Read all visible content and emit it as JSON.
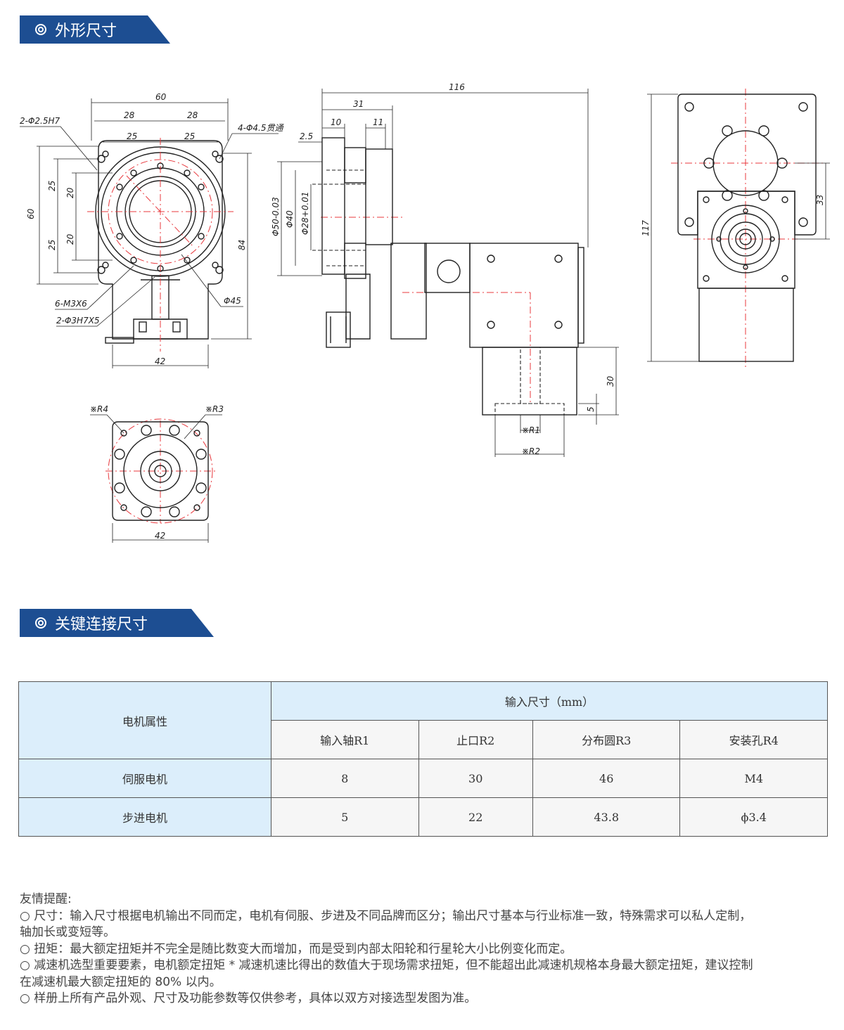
{
  "sections": {
    "outline_title": "外形尺寸",
    "connection_title": "关键连接尺寸"
  },
  "drawing_labels": {
    "front": {
      "w60": "60",
      "w28a": "28",
      "w28b": "28",
      "w25a": "25",
      "w25b": "25",
      "h60": "60",
      "h25a": "25",
      "h25b": "25",
      "h20a": "20",
      "h20b": "20",
      "h84": "84",
      "w42": "42",
      "hole_a": "2-Φ2.5H7",
      "hole_b": "4-Φ4.5贯通",
      "thread": "6-M3X6",
      "pin": "2-Φ3H7X5",
      "dia45": "Φ45"
    },
    "side": {
      "w116": "116",
      "w31": "31",
      "w10": "10",
      "w11": "11",
      "w2_5": "2.5",
      "d50": "Φ50-0.03",
      "d40": "Φ40",
      "d28": "Φ28+0.01",
      "h30": "30",
      "h5": "5",
      "r1": "※R1",
      "r2": "※R2"
    },
    "right": {
      "h117": "117",
      "h33": "33"
    },
    "flange": {
      "r4": "※R4",
      "r3": "※R3",
      "w42": "42"
    }
  },
  "table": {
    "row_header": "电机属性",
    "group_header": "输入尺寸（mm）",
    "columns": [
      "输入轴R1",
      "止口R2",
      "分布圆R3",
      "安装孔R4"
    ],
    "rows": [
      {
        "name": "伺服电机",
        "values": [
          "8",
          "30",
          "46",
          "M4"
        ]
      },
      {
        "name": "步进电机",
        "values": [
          "5",
          "22",
          "43.8",
          "ϕ3.4"
        ]
      }
    ]
  },
  "notes": {
    "title": "友情提醒:",
    "n1": "○ 尺寸：输入尺寸根据电机输出不同而定，电机有伺服、步进及不同品牌而区分；输出尺寸基本与行业标准一致，特殊需求可以私人定制，",
    "n1b": "轴加长或变短等。",
    "n2": "○ 扭矩：最大额定扭矩并不完全是随比数变大而增加，而是受到内部太阳轮和行星轮大小比例变化而定。",
    "n3": "○ 减速机选型重要要素，电机额定扭矩 * 减速机速比得出的数值大于现场需求扭矩，但不能超出此减速机规格本身最大额定扭矩，建议控制",
    "n3b": "在减速机最大额定扭矩的 80% 以内。",
    "n4": "○ 样册上所有产品外观、尺寸及功能参数等仅供参考，具体以双方对接选型发图为准。"
  },
  "colors": {
    "banner": "#1d4e92",
    "table_blue": "#dceefb",
    "centerline": "#e8383d"
  }
}
